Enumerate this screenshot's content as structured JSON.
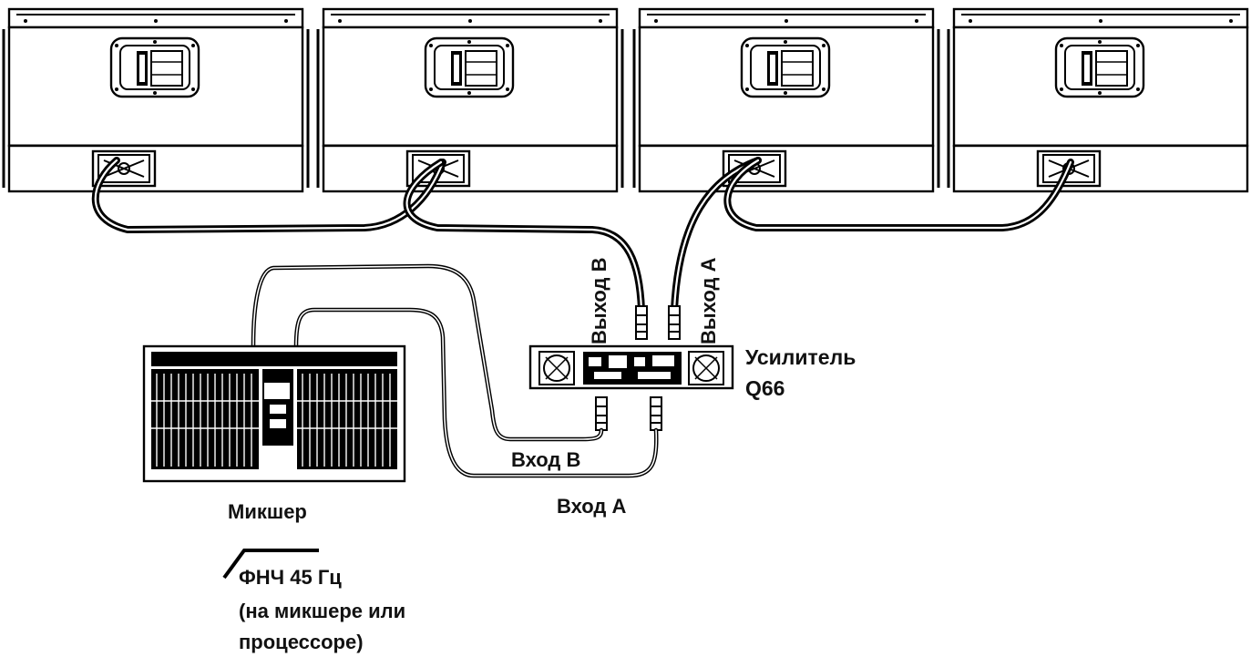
{
  "speakers": [
    {
      "id": 1
    },
    {
      "id": 2
    },
    {
      "id": 3
    },
    {
      "id": 4
    }
  ],
  "labels": {
    "output_b": "Выход B",
    "output_a": "Выход A",
    "amp_line1": "Усилитель",
    "amp_line2": "Q66",
    "input_b": "Вход B",
    "input_a": "Вход A",
    "mixer": "Микшер",
    "hpf_line1": "ФНЧ 45 Гц",
    "hpf_line2": "(на микшере или",
    "hpf_line3": "процессоре)"
  }
}
